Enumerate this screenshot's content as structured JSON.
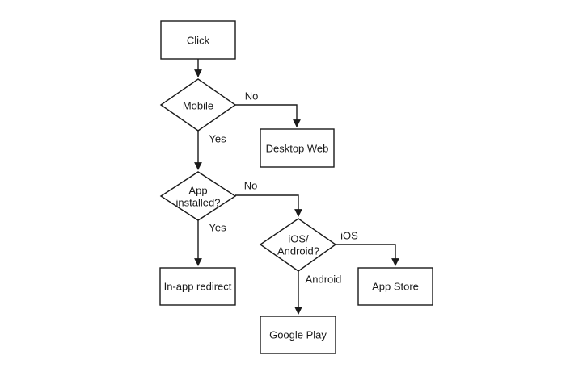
{
  "diagram": {
    "background_color": "#ffffff",
    "line_color": "#1a1a1a",
    "text_color": "#1a1a1a"
  },
  "nodes": {
    "click": {
      "label": "Click",
      "type": "process"
    },
    "mobile": {
      "label": "Mobile",
      "type": "decision"
    },
    "desktop_web": {
      "label": "Desktop Web",
      "type": "process"
    },
    "app_installed": {
      "line1": "App",
      "line2": "installed?",
      "type": "decision"
    },
    "in_app_redirect": {
      "label": "In-app redirect",
      "type": "process"
    },
    "ios_android": {
      "line1": "iOS/",
      "line2": "Android?",
      "type": "decision"
    },
    "app_store": {
      "label": "App Store",
      "type": "process"
    },
    "google_play": {
      "label": "Google Play",
      "type": "process"
    }
  },
  "edge_labels": {
    "mobile_no": "No",
    "mobile_yes": "Yes",
    "app_installed_no": "No",
    "app_installed_yes": "Yes",
    "ios": "iOS",
    "android": "Android"
  }
}
